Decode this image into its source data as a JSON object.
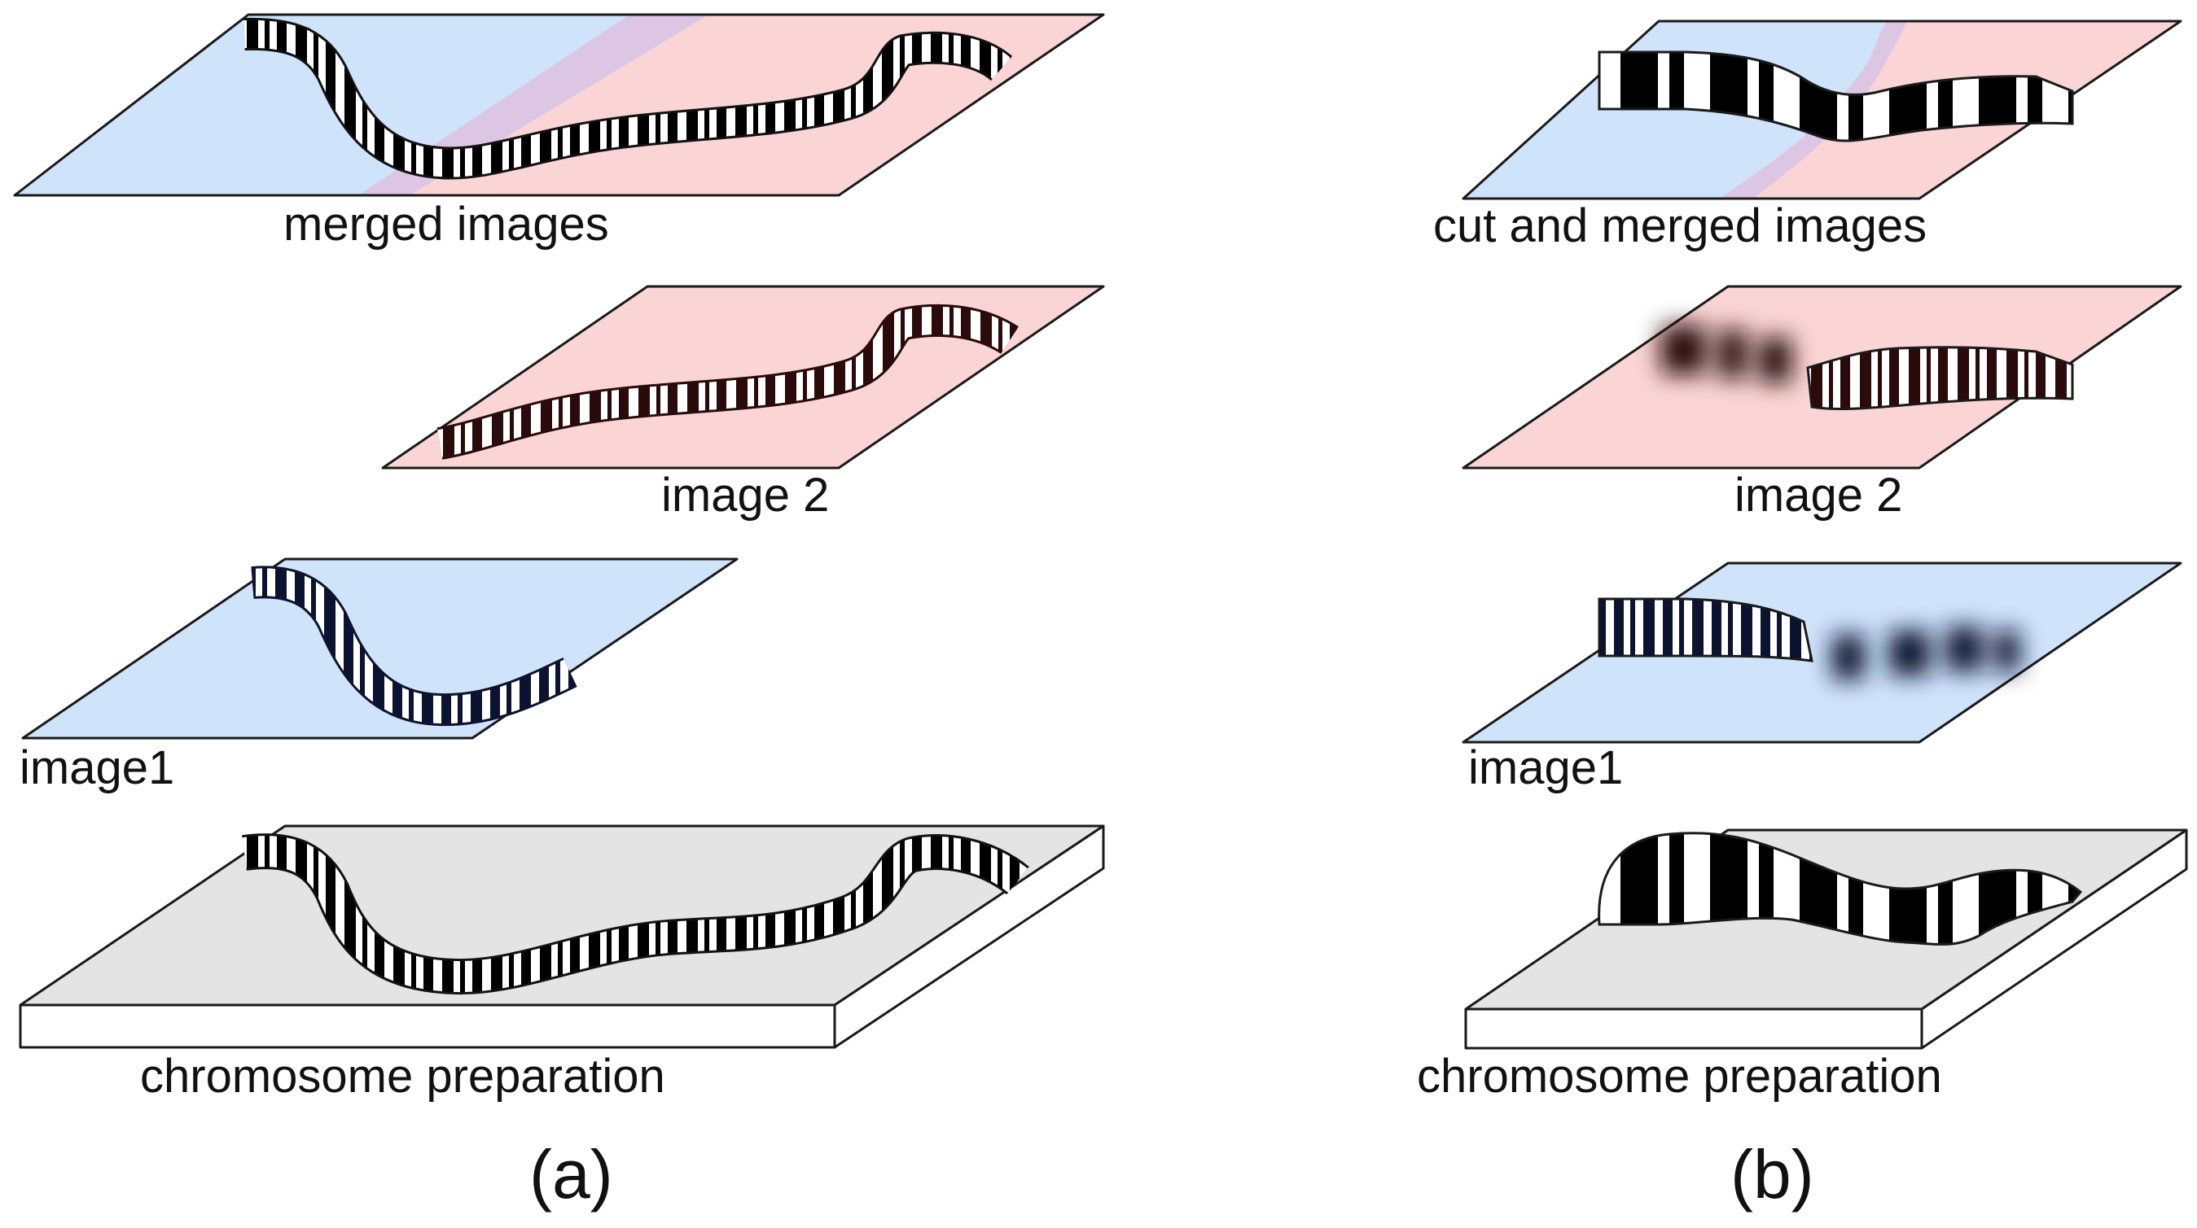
{
  "panel_a": {
    "sublabel": "(a)",
    "layers": {
      "merged": "merged images",
      "image2": "image 2",
      "image1": "image1",
      "preparation": "chromosome preparation"
    }
  },
  "panel_b": {
    "sublabel": "(b)",
    "layers": {
      "merged": "cut and merged images",
      "image2": "image 2",
      "image1": "image1",
      "preparation": "chromosome preparation"
    }
  },
  "colors": {
    "image1_plane": "#cfe3fb",
    "image2_plane": "#fbd5d5",
    "overlap": "#dcc6e4",
    "slide_top": "#e4e4e4",
    "slide_side": "#ffffff",
    "chromosome_dark_blue": "#0b1330",
    "chromosome_dark_red": "#2a0a0a",
    "chromosome_black": "#000000"
  }
}
